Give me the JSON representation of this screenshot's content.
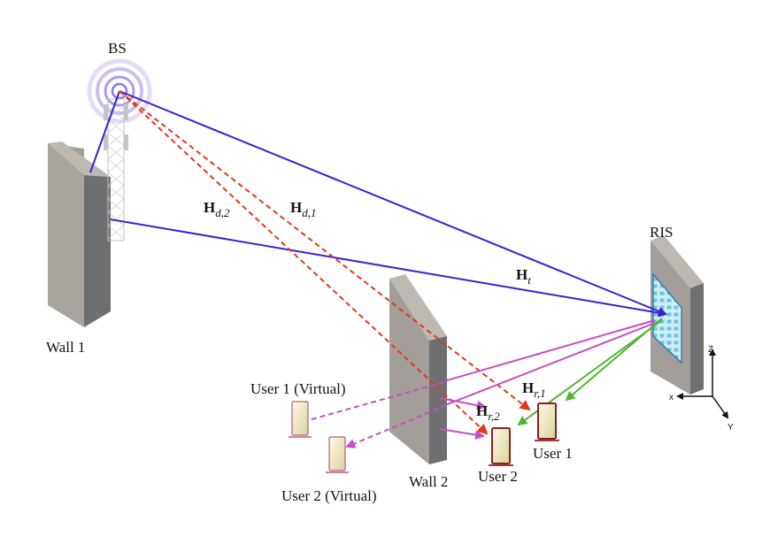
{
  "labels": {
    "bs": "BS",
    "ris": "RIS",
    "wall1": "Wall 1",
    "wall2": "Wall 2",
    "user1": "User 1",
    "user2": "User 2",
    "user1_virtual": "User 1 (Virtual)",
    "user2_virtual": "User 2 (Virtual)"
  },
  "channels": {
    "h_d2": {
      "base": "H",
      "sub": "d,2"
    },
    "h_d1": {
      "base": "H",
      "sub": "d,1"
    },
    "h_t": {
      "base": "H",
      "sub": "t"
    },
    "h_r1": {
      "base": "H",
      "sub": "r,1"
    },
    "h_r2": {
      "base": "H",
      "sub": "r,2"
    }
  },
  "axes": {
    "x": "x",
    "y": "Y",
    "z": "Z"
  },
  "colors": {
    "direct_link": "#e03a1e",
    "bs_to_ris": "#3b1fd6",
    "ris_reflection": "#c44fbf",
    "ris_to_user": "#4fb52f",
    "wall_front": "#a39e99",
    "wall_side": "#6f6f72",
    "ris_panel": "#8fd3ea"
  },
  "icons": [
    "tower-icon",
    "phone-icon",
    "ris-panel-icon"
  ]
}
